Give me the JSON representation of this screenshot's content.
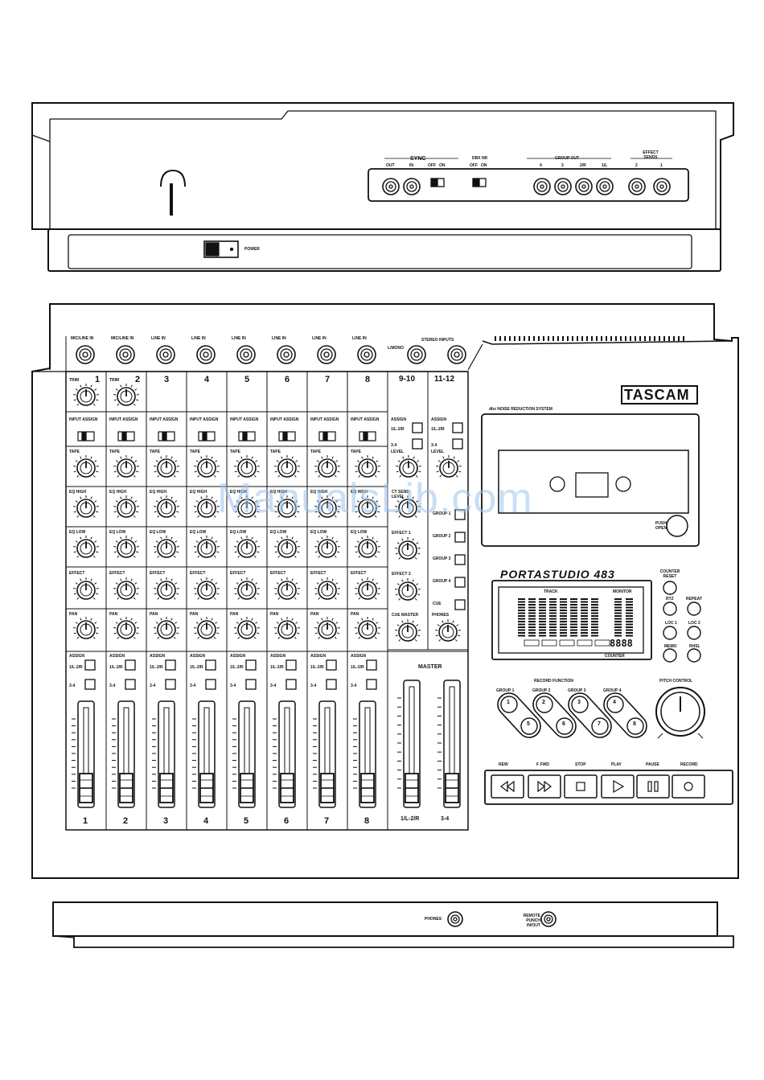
{
  "rear_panel": {
    "sync_label": "SYNC",
    "sync_out": "OUT",
    "sync_in": "IN",
    "sync_switch_off": "OFF",
    "sync_switch_on": "ON",
    "dbx_label": "DBX NR",
    "dbx_off": "OFF",
    "dbx_on": "ON",
    "group_out_label": "GROUP OUT",
    "group_out_jacks": [
      "4",
      "3",
      "2/R",
      "1/L"
    ],
    "effect_sends_label": "EFFECT SENDS",
    "effect_send_jacks": [
      "2",
      "1"
    ],
    "power_label": "POWER"
  },
  "top_inputs": {
    "jacks": [
      "MIC/LINE IN",
      "MIC/LINE IN",
      "LINE IN",
      "LINE IN",
      "LINE IN",
      "LINE IN",
      "LINE IN",
      "LINE IN"
    ],
    "stereo_inputs_label": "STEREO INPUTS",
    "lmono_label": "L/MONO"
  },
  "channels": {
    "numbers": [
      "1",
      "2",
      "3",
      "4",
      "5",
      "6",
      "7",
      "8"
    ],
    "stereo_numbers": [
      "9-10",
      "11-12"
    ],
    "trim_label": "TRIM",
    "input_assign_label": "INPUT ASSIGN",
    "tape_label": "TAPE",
    "eq_high_label": "EQ HIGH",
    "eq_low_label": "EQ LOW",
    "effect_label": "EFFECT",
    "pan_label": "PAN",
    "assign_label": "ASSIGN",
    "assign_1": "1/L-2/R",
    "assign_2": "3-4",
    "level_label": "LEVEL",
    "cue_send_label": "CT SEND LEVEL",
    "group_labels": [
      "GROUP 1",
      "GROUP 2",
      "GROUP 3",
      "GROUP 4",
      "CUE"
    ],
    "effect1_label": "EFFECT 1",
    "effect2_label": "EFFECT 2",
    "cue_master_label": "CUE MASTER",
    "phones_label": "PHONES",
    "master_label": "MASTER",
    "fader_numbers": [
      "1",
      "2",
      "3",
      "4",
      "5",
      "6",
      "7",
      "8",
      "1/L-2/R",
      "3-4"
    ]
  },
  "deck": {
    "brand": "TASCAM",
    "dbx_nr_label": "dbx NOISE REDUCTION SYSTEM",
    "push_open": "PUSH OPEN",
    "model": "PORTASTUDIO 483",
    "track_label": "TRACK",
    "monitor_label": "MONITOR",
    "counter_label": "COUNTER",
    "counter_digits": "8888",
    "counter_reset": "COUNTER RESET",
    "rtz": "RTZ",
    "repeat": "REPEAT",
    "loc1": "LOC 1",
    "loc2": "LOC 2",
    "memo": "MEMO",
    "rhsl": "RHSL",
    "record_function": "RECORD FUNCTION",
    "record_groups": [
      "GROUP 1",
      "GROUP 2",
      "GROUP 3",
      "GROUP 4"
    ],
    "record_buttons": [
      "1",
      "5",
      "2",
      "6",
      "3",
      "7",
      "4",
      "8"
    ],
    "pitch_control": "PITCH CONTROL",
    "transport": [
      "REW",
      "F FWD",
      "STOP",
      "PLAY",
      "PAUSE",
      "RECORD"
    ]
  },
  "front_panel": {
    "phones": "PHONES",
    "remote": "REMOTE PUNCH IN/OUT"
  },
  "watermark": "ManualsLib.com"
}
